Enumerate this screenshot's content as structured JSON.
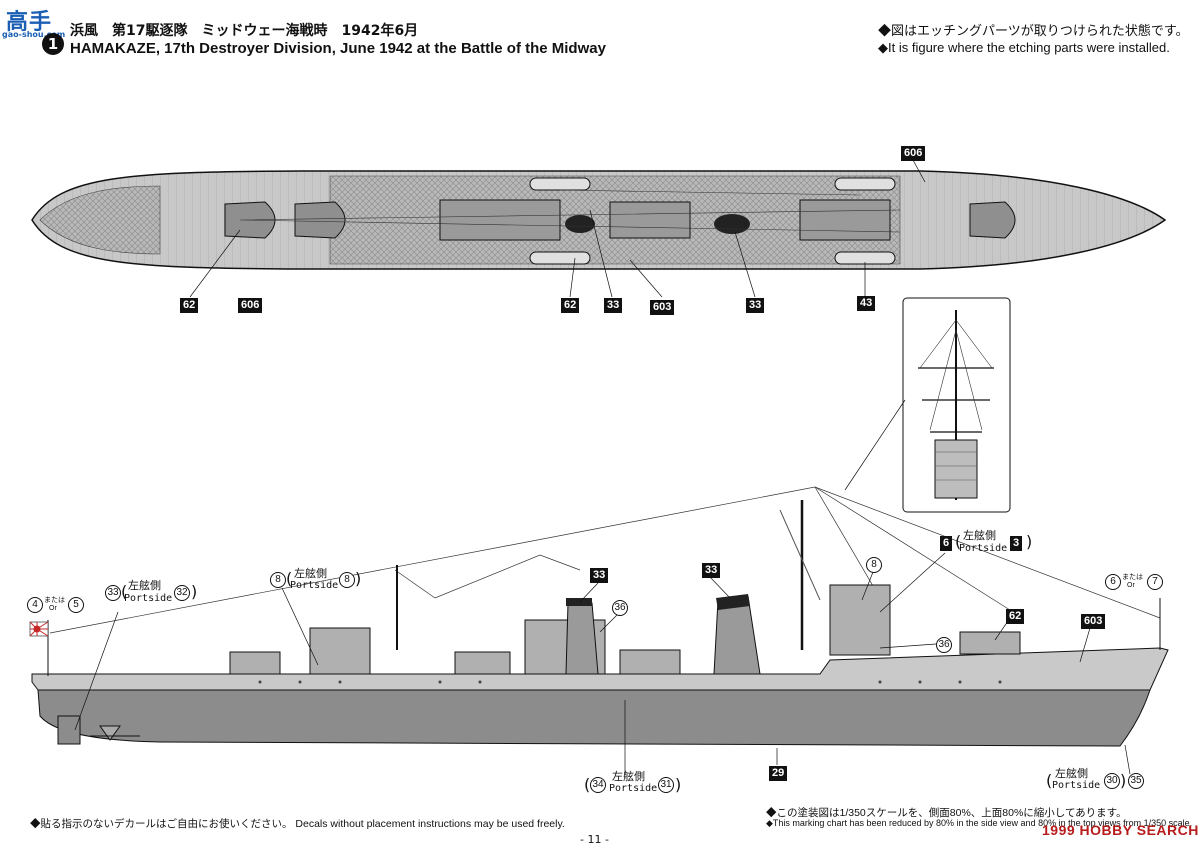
{
  "watermark": {
    "text": "高手",
    "url": "gao-shou.com"
  },
  "title": {
    "number": "1",
    "jp": "浜風　第17駆逐隊　ミッドウェー海戦時　1942年6月",
    "en": "HAMAKAZE, 17th Destroyer Division, June 1942 at the Battle of the Midway"
  },
  "notes_top": [
    "◆図はエッチングパーツが取りつけられた状態です。",
    "◆It is figure where the etching parts were installed."
  ],
  "top_view_tags": {
    "t606_top": "606",
    "t62_left": "62",
    "t606_left": "606",
    "t62_mid": "62",
    "t33_mid": "33",
    "t603": "603",
    "t33_right": "33",
    "t43": "43"
  },
  "side_view": {
    "flag": {
      "circ_left": "4",
      "or_jp": "または",
      "or_en": "Or",
      "circ_right": "5"
    },
    "stern_decal": {
      "circ_left": "33",
      "jp": "左舷側",
      "en": "Portside",
      "circ_right": "32"
    },
    "stern_bridge": {
      "circ_left": "8",
      "jp": "左舷側",
      "en": "Portside",
      "circ_right": "8"
    },
    "funnel1": "33",
    "funnel1_circle": "36",
    "funnel2": "33",
    "bridge_circle": "8",
    "mast_decal": {
      "tag_left": "6",
      "jp": "左舷側",
      "en": "Portside",
      "tag_right": "3"
    },
    "bow_flag": {
      "circ_left": "6",
      "or_jp": "または",
      "or_en": "Or",
      "circ_right": "7"
    },
    "t62": "62",
    "t603": "603",
    "circ36_b": "36",
    "hull": "29",
    "bottom_mid": {
      "circ_left": "34",
      "jp": "左舷側",
      "en": "Portside",
      "circ_right": "31"
    },
    "bottom_right": {
      "jp": "左舷側",
      "en": "Portside",
      "circ_mid": "30",
      "circ_right": "35"
    }
  },
  "notes_bottom_left": "◆貼る指示のないデカールはご自由にお使いください。 Decals without placement instructions may be used freely.",
  "notes_bottom_right": [
    "◆この塗装図は1/350スケールを、側面80%、上面80%に縮小してあります。",
    "◆This marking chart has been reduced by 80% in the side view and 80% in the top views from 1/350 scale."
  ],
  "page_number": "- 11 -",
  "site_watermark": "1999 HOBBY SEARCH",
  "colors": {
    "hull_light": "#c9c9c9",
    "hull_dark": "#8c8c8c",
    "deck": "#bdbdbd",
    "ink": "#111111"
  }
}
